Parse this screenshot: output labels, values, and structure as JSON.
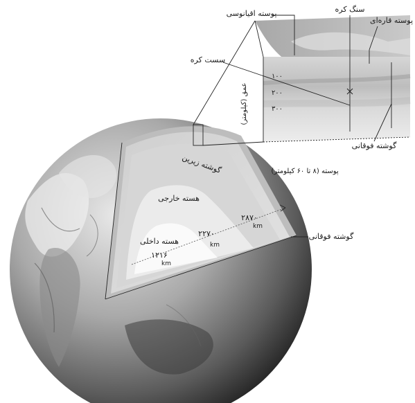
{
  "labels": {
    "oceanic_crust": "پوسته اقیانوسی",
    "lithosphere": "سنگ کره",
    "continental_crust": "پوسته قاره‌ای",
    "asthenosphere": "سست کره",
    "depth_axis": "عمق (کیلومتر)",
    "depth_ticks": [
      "۱۰۰",
      "۲۰۰",
      "۳۰۰"
    ],
    "upper_mantle_block": "گوشته فوقانی",
    "crust_note": "پوسته (۸ تا ۶۰ کیلومتر)",
    "lower_mantle": "گوشته زیرین",
    "outer_core": "هسته خارجی",
    "inner_core": "هسته داخلی",
    "upper_mantle_globe": "گوشته فوقانی"
  },
  "distances": [
    {
      "value": "۲۸۷۰",
      "unit": "km"
    },
    {
      "value": "۲۲۷۰",
      "unit": "km"
    },
    {
      "value": "۱۲۱۶",
      "unit": "km"
    }
  ],
  "colors": {
    "globe_light": "#cfcfcf",
    "globe_dark": "#2a2a2a",
    "mantle": "#d9d9d9",
    "outer_core": "#ececec",
    "inner_core": "#fafafa",
    "block_face": "#e6e6e6",
    "block_top": "#b8b8b8"
  }
}
